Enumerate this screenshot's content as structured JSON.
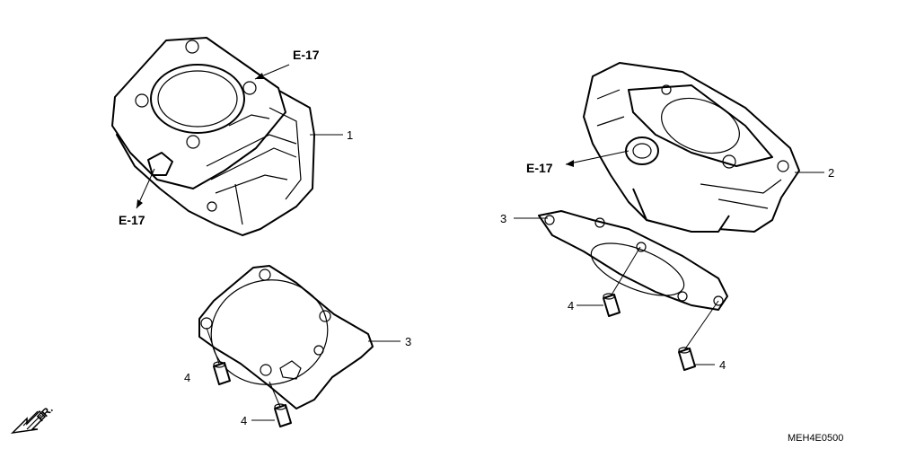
{
  "diagram": {
    "drawing_code": "MEH4E0500",
    "direction_label": "FR.",
    "cross_refs": [
      "E-17",
      "E-17",
      "E-17"
    ],
    "callouts": {
      "cyl_left": "1",
      "cyl_right": "2",
      "gasket_left": "3",
      "gasket_right": "3",
      "pin_left_a": "4",
      "pin_left_b": "4",
      "pin_right_a": "4",
      "pin_right_b": "4"
    }
  }
}
